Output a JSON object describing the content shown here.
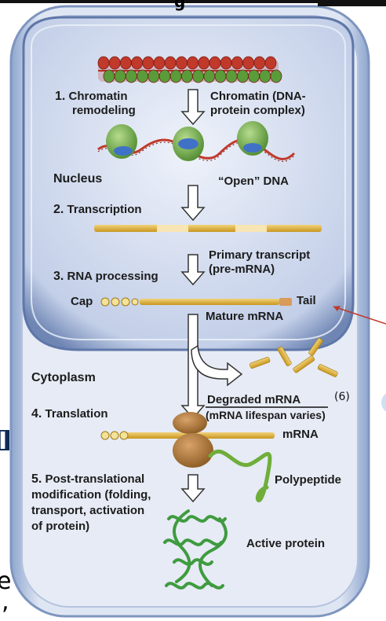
{
  "top_crop_text": "g",
  "steps": {
    "chromatin_remodeling": {
      "num": "1.",
      "text_l1": "Chromatin",
      "text_l2": "remodeling"
    },
    "transcription": {
      "num": "2.",
      "text": "Transcription"
    },
    "rna_processing": {
      "num": "3.",
      "text": "RNA processing"
    },
    "translation": {
      "num": "4.",
      "text": "Translation"
    },
    "post_translational": {
      "num": "5.",
      "text_l1": "Post-translational",
      "text_l2": "modification (folding,",
      "text_l3": "transport, activation",
      "text_l4": "of protein)"
    }
  },
  "labels": {
    "chromatin_complex_l1": "Chromatin (DNA-",
    "chromatin_complex_l2": "protein complex)",
    "nucleus": "Nucleus",
    "open_dna": "“Open” DNA",
    "primary_transcript_l1": "Primary transcript",
    "primary_transcript_l2": "(pre-mRNA)",
    "cap": "Cap",
    "tail": "Tail",
    "mature_mrna": "Mature mRNA",
    "cytoplasm": "Cytoplasm",
    "degraded_mrna": "Degraded mRNA",
    "lifespan": "(mRNA lifespan varies)",
    "mrna": "mRNA",
    "polypeptide": "Polypeptide",
    "active_protein": "Active protein"
  },
  "annotation": {
    "handwritten": "(6)"
  },
  "edge_fragments": {
    "left_mid": "I",
    "left_bottom_1": "e",
    "left_bottom_2": ","
  },
  "colors": {
    "cell_outer": "#9fb4d6",
    "cell_inner": "#d9e1f0",
    "nucleus_fill": "#c8d3ea",
    "mrna": "#e0b33a",
    "chromatin_red": "#c0392b",
    "histone_green": "#6aa84f",
    "ribosome": "#a8743a",
    "protein_green": "#3f9b3f",
    "pointer_line": "#c0392b"
  }
}
